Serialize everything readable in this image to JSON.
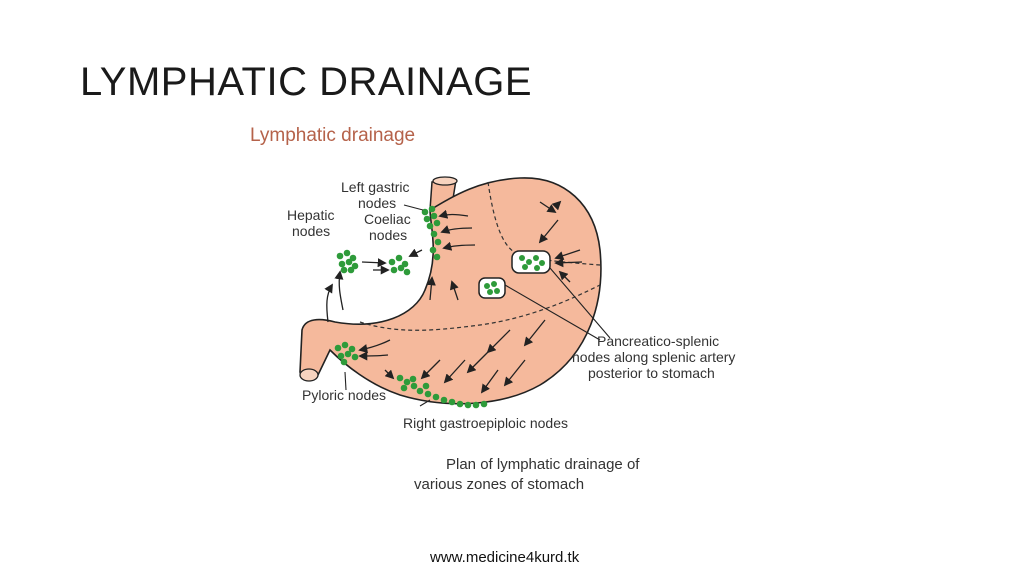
{
  "slide": {
    "title": "LYMPHATIC DRAINAGE"
  },
  "figure": {
    "title": "Lymphatic drainage",
    "labels": {
      "left_gastric_1": "Left gastric",
      "left_gastric_2": "nodes",
      "hepatic_1": "Hepatic",
      "hepatic_2": "nodes",
      "coeliac_1": "Coeliac",
      "coeliac_2": "nodes",
      "pancreatico_1": "Pancreatico-splenic",
      "pancreatico_2": "nodes along splenic artery",
      "pancreatico_3": "posterior to stomach",
      "pyloric": "Pyloric nodes",
      "right_gastroepiploic": "Right gastroepiploic nodes"
    },
    "caption_1": "Plan of lymphatic drainage of",
    "caption_2": "various zones of stomach"
  },
  "footer": {
    "url": "www.medicine4kurd.tk"
  },
  "colors": {
    "stomach": "#f5b99c",
    "stomach_outline": "#222222",
    "node": "#2e9b3a",
    "title": "#b5624a"
  }
}
